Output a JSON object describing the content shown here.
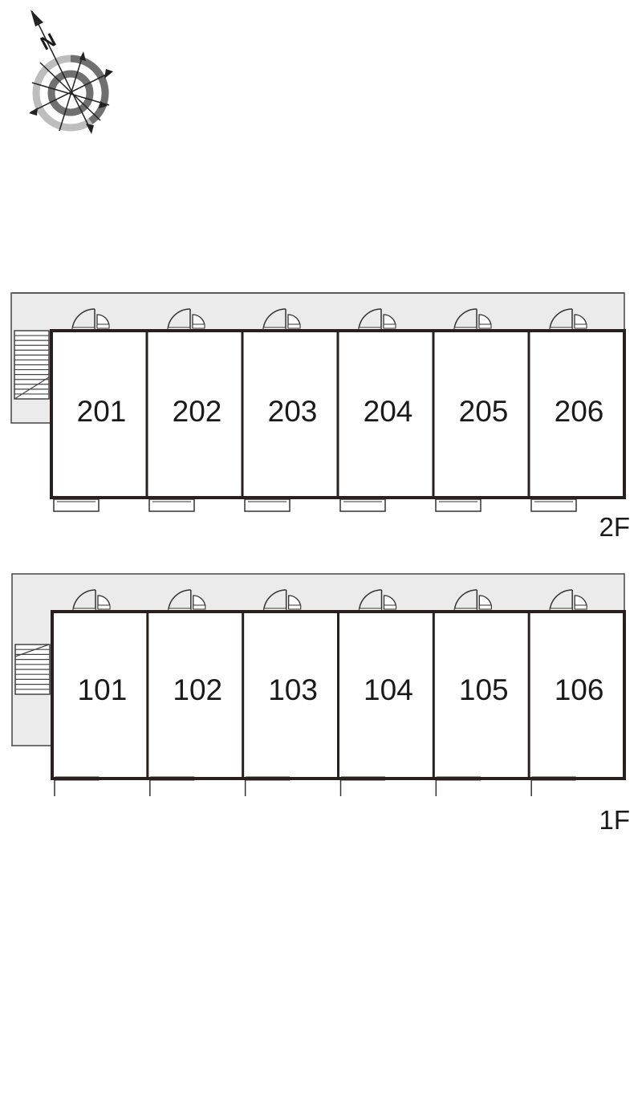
{
  "compass": {
    "label": "N",
    "icon": "compass-rose-icon"
  },
  "floors": [
    {
      "key": "upper",
      "label": "2F",
      "rooms": [
        "201",
        "202",
        "203",
        "204",
        "205",
        "206"
      ]
    },
    {
      "key": "lower",
      "label": "1F",
      "rooms": [
        "101",
        "102",
        "103",
        "104",
        "105",
        "106"
      ]
    }
  ],
  "colors": {
    "wall": "#2a1f1f",
    "corridor": "#ebebeb",
    "line": "#444444",
    "compass_dark": "#707070",
    "compass_light": "#bdbdbd"
  }
}
